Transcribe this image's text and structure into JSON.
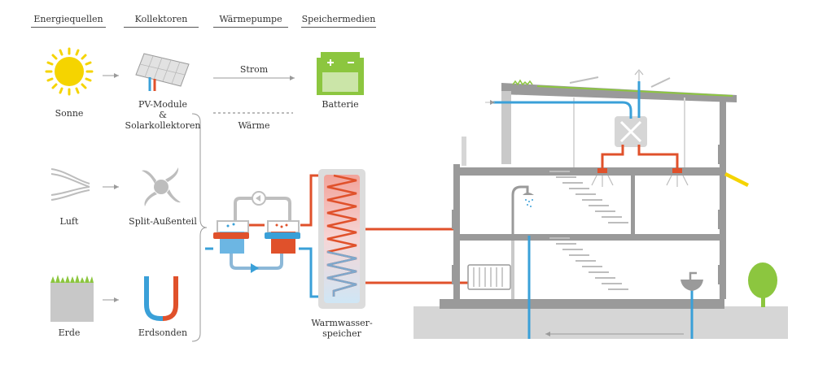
{
  "headers": {
    "sources": "Energiequellen",
    "collectors": "Kollektoren",
    "heat_pump": "Wärmepumpe",
    "storage": "Speichermedien"
  },
  "sources": {
    "sun": "Sonne",
    "air": "Luft",
    "earth": "Erde"
  },
  "collectors": {
    "pv_line1": "PV-Module",
    "pv_line2": "&",
    "pv_line3": "Solarkollektoren",
    "split": "Split-Außenteil",
    "probes": "Erdsonden"
  },
  "flows": {
    "power": "Strom",
    "heat": "Wärme"
  },
  "storage": {
    "battery": "Batterie",
    "tank_line1": "Warmwasser-",
    "tank_line2": "speicher"
  },
  "colors": {
    "hot": "#e0512b",
    "cold": "#3aa0d8",
    "grey": "#9a9a9a",
    "sun": "#f5d400",
    "green": "#8cc63f"
  }
}
